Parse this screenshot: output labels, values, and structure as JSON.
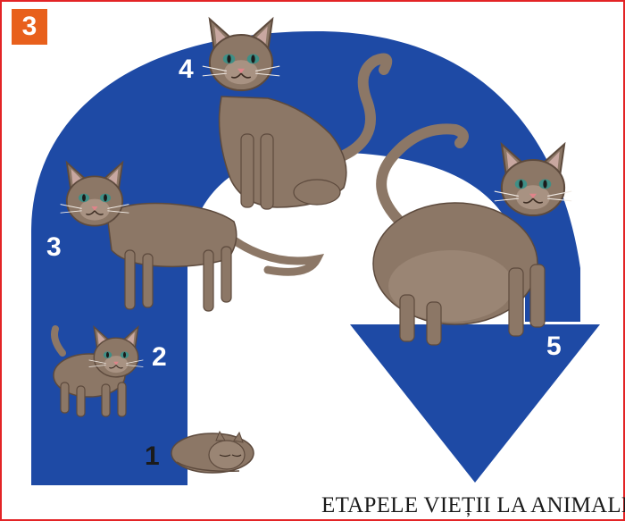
{
  "figure": {
    "number": "3",
    "caption": "ETAPELE VIEȚII LA ANIMALE",
    "stages": [
      {
        "label": "1",
        "description": "newborn kitten"
      },
      {
        "label": "2",
        "description": "kitten"
      },
      {
        "label": "3",
        "description": "young cat"
      },
      {
        "label": "4",
        "description": "adult cat"
      },
      {
        "label": "5",
        "description": "pregnant cat"
      }
    ]
  },
  "colors": {
    "frame": "#e32426",
    "badge": "#e8601c",
    "arrow": "#1e4aa5",
    "cat_fur": "#8c7766",
    "cat_dark": "#5d4a3d",
    "cat_light": "#b6a596",
    "eye": "#3f8f86",
    "nose": "#e0848a"
  }
}
